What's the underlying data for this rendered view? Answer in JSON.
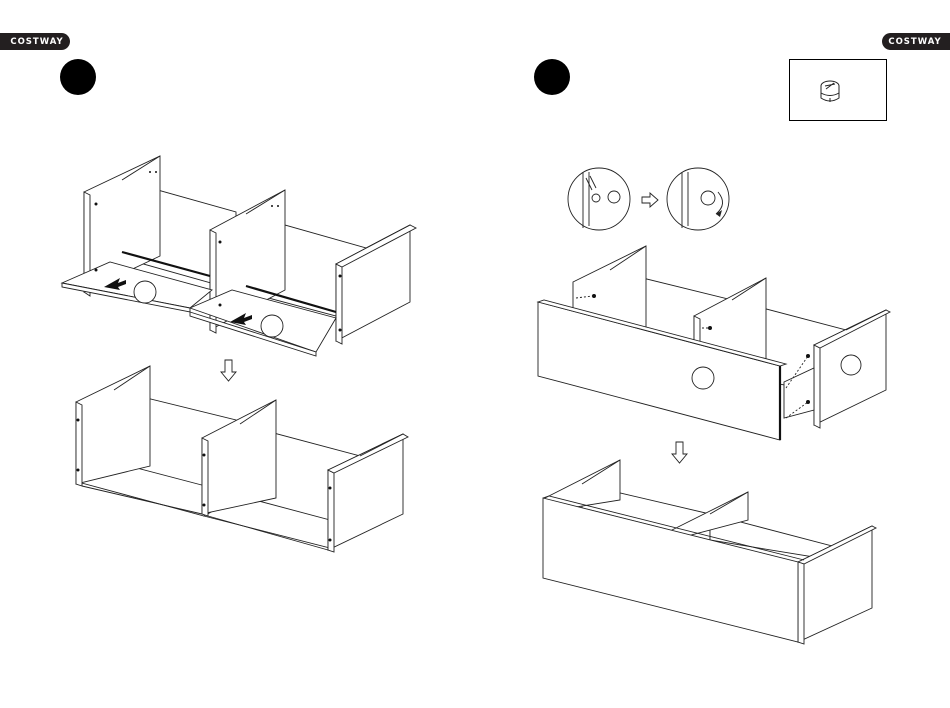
{
  "brand": {
    "left_badge": "COSTWAY",
    "right_badge": "COSTWAY"
  },
  "steps": {
    "left": {
      "marker": ""
    },
    "right": {
      "marker": ""
    }
  },
  "icons": {
    "arrow": "down-outline-arrow",
    "arrow_right": "right-outline-arrow",
    "cam_lock": "cam-lock-icon"
  },
  "colors": {
    "badge_bg": "#231f20",
    "badge_text": "#ffffff",
    "line": "#222222"
  }
}
